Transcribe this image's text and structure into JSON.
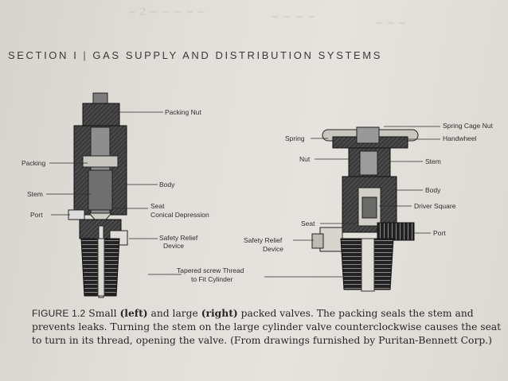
{
  "header": {
    "section": "SECTION I",
    "separator": "|",
    "title": "GAS SUPPLY AND DISTRIBUTION SYSTEMS"
  },
  "small_valve_labels": {
    "packing_nut": "Packing Nut",
    "packing": "Packing",
    "body": "Body",
    "stem": "Stem",
    "seat": "Seat",
    "port": "Port",
    "conical_depression": "Conical Depression",
    "safety_relief_line1": "Safety Relief",
    "safety_relief_line2": "Device",
    "thread_line1": "Tapered screw Thread",
    "thread_line2": "to Fit Cylinder"
  },
  "large_valve_labels": {
    "spring_cage_nut": "Spring Cage Nut",
    "spring": "Spring",
    "handwheel": "Handwheel",
    "nut": "Nut",
    "stem": "Stem",
    "body": "Body",
    "driver_square": "Driver Square",
    "seat": "Seat",
    "port": "Port",
    "safety_relief_line1": "Safety Relief",
    "safety_relief_line2": "Device"
  },
  "caption": {
    "figure": "FIGURE 1.2",
    "t1": " Small ",
    "left": "(left)",
    "t2": " and large ",
    "right": "(right)",
    "t3": " packed valves. The packing seals the stem and prevents leaks. Turning the stem on the large cylinder valve counterclockwise causes the seat to turn in its thread, opening the valve. (From drawings furnished by Puritan-Bennett Corp.)"
  }
}
